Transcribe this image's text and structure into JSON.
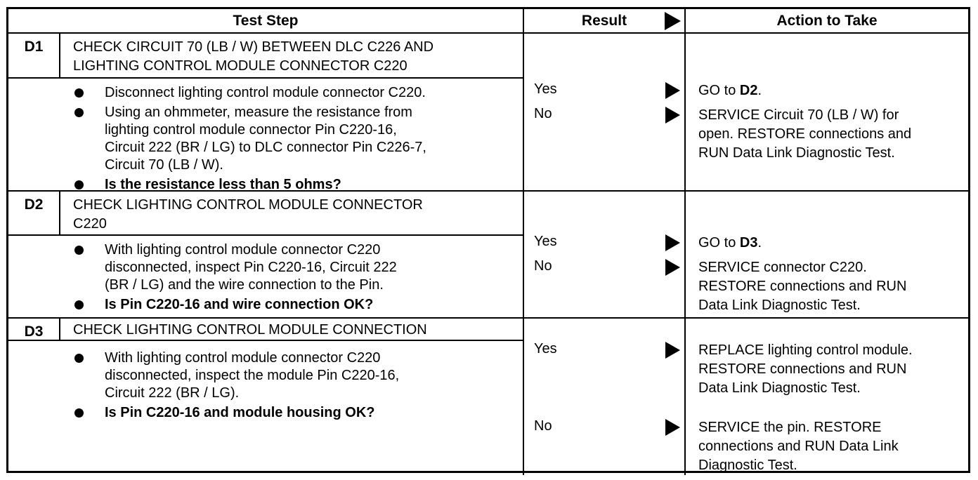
{
  "header": {
    "test_step": "Test Step",
    "result": "Result",
    "action": "Action to Take"
  },
  "icons": {
    "result_arrow": "black-right-triangle",
    "bullet": "filled-circle"
  },
  "colors": {
    "ink": "#000000",
    "paper": "#ffffff"
  },
  "rows": [
    {
      "id": "D1",
      "title": "CHECK CIRCUIT 70 (LB / W) BETWEEN DLC C226 AND LIGHTING CONTROL MODULE CONNECTOR C220",
      "bullets": [
        {
          "text": "Disconnect lighting control module connector C220.",
          "bold": false
        },
        {
          "text": "Using an ohmmeter, measure the resistance from lighting control module connector Pin C220-16, Circuit 222 (BR / LG) to DLC connector Pin C226-7, Circuit 70 (LB / W).",
          "bold": false
        },
        {
          "text": "Is the resistance less than 5 ohms?",
          "bold": true
        }
      ],
      "outcomes": [
        {
          "result": "Yes",
          "action_prefix": "GO to ",
          "action_bold": "D2",
          "action_suffix": "."
        },
        {
          "result": "No",
          "action_prefix": "SERVICE Circuit 70 (LB / W) for open. RESTORE connections and RUN Data Link Diagnostic Test.",
          "action_bold": "",
          "action_suffix": ""
        }
      ]
    },
    {
      "id": "D2",
      "title": "CHECK LIGHTING CONTROL MODULE CONNECTOR C220",
      "bullets": [
        {
          "text": "With lighting control module connector C220 disconnected, inspect Pin C220-16, Circuit 222 (BR / LG) and the wire connection to the Pin.",
          "bold": false
        },
        {
          "text": "Is Pin C220-16 and wire connection OK?",
          "bold": true
        }
      ],
      "outcomes": [
        {
          "result": "Yes",
          "action_prefix": "GO to ",
          "action_bold": "D3",
          "action_suffix": "."
        },
        {
          "result": "No",
          "action_prefix": "SERVICE connector C220. RESTORE connections and RUN Data Link Diagnostic Test.",
          "action_bold": "",
          "action_suffix": ""
        }
      ]
    },
    {
      "id": "D3",
      "title": "CHECK LIGHTING CONTROL MODULE CONNECTION",
      "bullets": [
        {
          "text": "With lighting control module connector C220 disconnected, inspect the module Pin C220-16, Circuit 222 (BR / LG).",
          "bold": false
        },
        {
          "text": "Is Pin C220-16 and module housing OK?",
          "bold": true
        }
      ],
      "outcomes": [
        {
          "result": "Yes",
          "action_prefix": "REPLACE lighting control module. RESTORE connections and RUN Data Link Diagnostic Test.",
          "action_bold": "",
          "action_suffix": ""
        },
        {
          "result": "No",
          "action_prefix": "SERVICE the pin. RESTORE connections and RUN Data Link Diagnostic Test.",
          "action_bold": "",
          "action_suffix": ""
        }
      ]
    }
  ]
}
